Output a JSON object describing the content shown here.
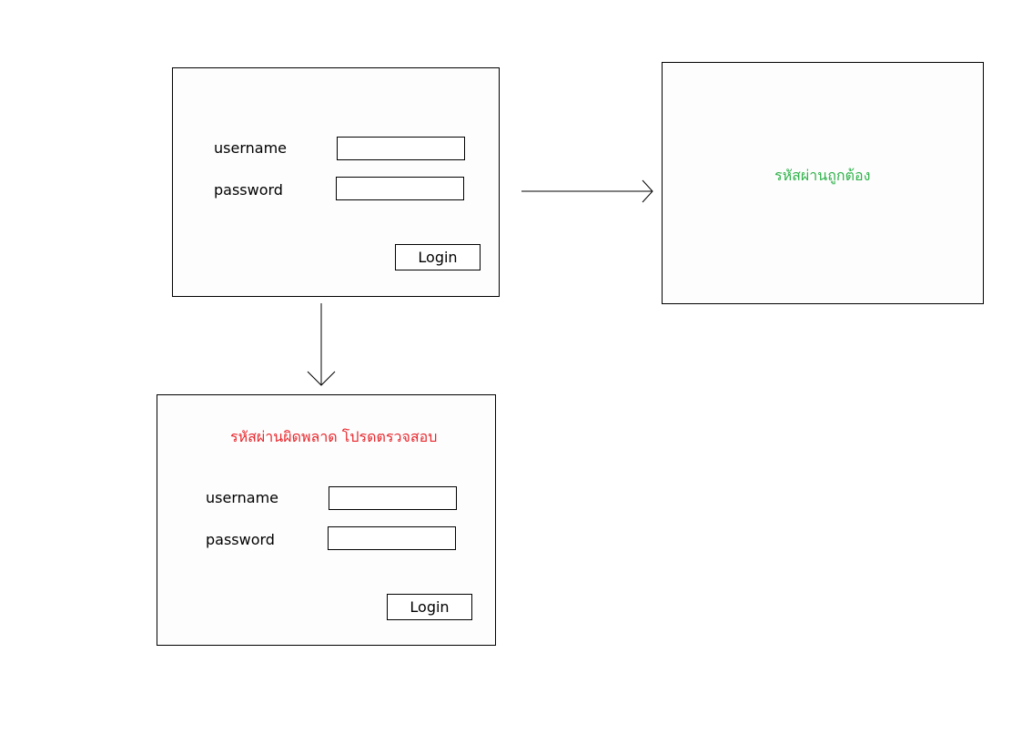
{
  "login_form": {
    "username_label": "username",
    "password_label": "password",
    "username_value": "",
    "password_value": "",
    "login_label": "Login"
  },
  "success_screen": {
    "message": "รหัสผ่านถูกต้อง",
    "message_color": "#2fb24a"
  },
  "error_screen": {
    "message": "รหัสผ่านผิดพลาด โปรดตรวจสอบ",
    "message_color": "#e8262c",
    "username_label": "username",
    "password_label": "password",
    "username_value": "",
    "password_value": "",
    "login_label": "Login"
  }
}
